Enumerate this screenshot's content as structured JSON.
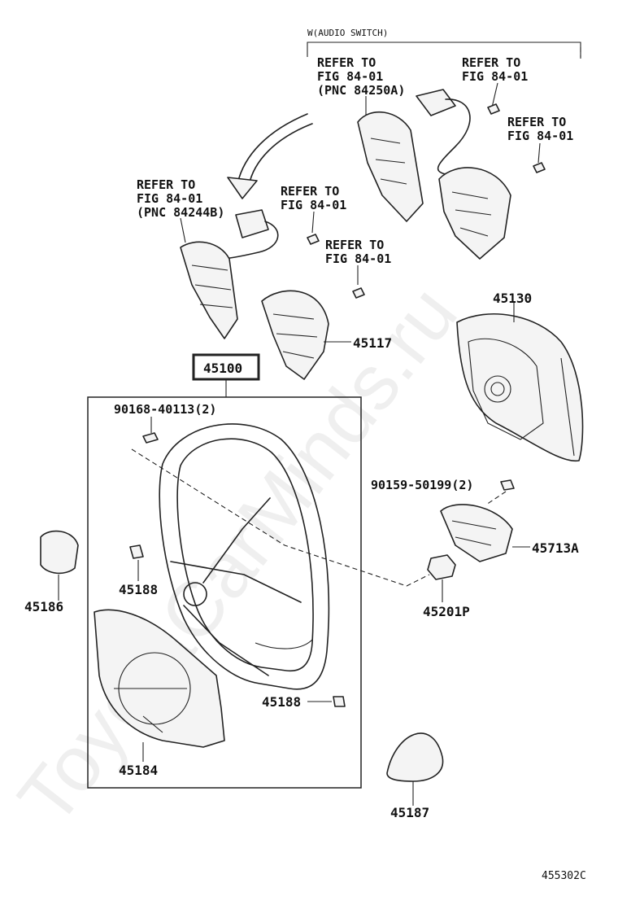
{
  "header": {
    "audio_switch_label": "W(AUDIO SWITCH)"
  },
  "refer": {
    "r1": [
      "REFER TO",
      "FIG 84-01",
      "(PNC 84250A)"
    ],
    "r2": [
      "REFER TO",
      "FIG 84-01"
    ],
    "r3": [
      "REFER TO",
      "FIG 84-01"
    ],
    "r4": [
      "REFER TO",
      "FIG 84-01",
      "(PNC 84244B)"
    ],
    "r5": [
      "REFER TO",
      "FIG 84-01"
    ],
    "r6": [
      "REFER TO",
      "FIG 84-01"
    ]
  },
  "parts": {
    "p45100": "45100",
    "p45117": "45117",
    "p45130": "45130",
    "p90168": "90168-40113(2)",
    "p90159": "90159-50199(2)",
    "p45713A": "45713A",
    "p45201P": "45201P",
    "p45186": "45186",
    "p45188a": "45188",
    "p45188b": "45188",
    "p45184": "45184",
    "p45187": "45187"
  },
  "footer": {
    "diagram_code": "455302C"
  },
  "watermark": {
    "text": "ToyotaCarMinds.ru"
  },
  "colors": {
    "line": "#222222",
    "background": "#ffffff"
  }
}
